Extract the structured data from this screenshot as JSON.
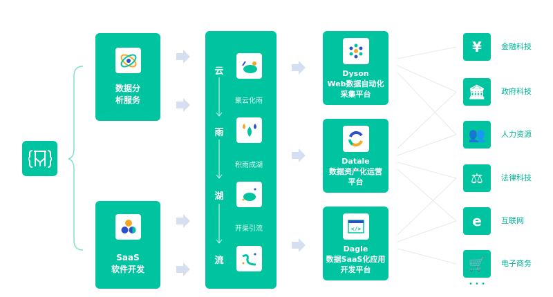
{
  "services": [
    {
      "label_l1": "数据分",
      "label_l2": "析服务"
    },
    {
      "label_l1": "SaaS",
      "label_l2": "软件开发"
    }
  ],
  "flow": {
    "steps": [
      "云",
      "雨",
      "湖",
      "流"
    ],
    "labels": [
      "聚云化雨",
      "积雨成湖",
      "开渠引流"
    ]
  },
  "platforms": [
    {
      "name": "Dyson",
      "desc_l1": "Web数据自动化",
      "desc_l2": "采集平台"
    },
    {
      "name": "Datale",
      "desc_l1": "数据资产化运营",
      "desc_l2": "平台"
    },
    {
      "name": "Dagle",
      "desc_l1": "数据SaaS化应用",
      "desc_l2": "开发平台"
    }
  ],
  "industries": [
    {
      "label": "金融科技",
      "icon": "yen-icon",
      "glyph": "¥"
    },
    {
      "label": "政府科技",
      "icon": "government-building-icon",
      "glyph": "🏛"
    },
    {
      "label": "人力资源",
      "icon": "people-icon",
      "glyph": "👥"
    },
    {
      "label": "法律科技",
      "icon": "scales-icon",
      "glyph": "⚖"
    },
    {
      "label": "互联网",
      "icon": "internet-explorer-icon",
      "glyph": "e"
    },
    {
      "label": "电子商务",
      "icon": "shopping-cart-icon",
      "glyph": "🛒"
    }
  ],
  "more": "• • •",
  "colors": {
    "accent": "#00c4a0",
    "orange": "#f5a623",
    "blue": "#2a4fc9"
  }
}
